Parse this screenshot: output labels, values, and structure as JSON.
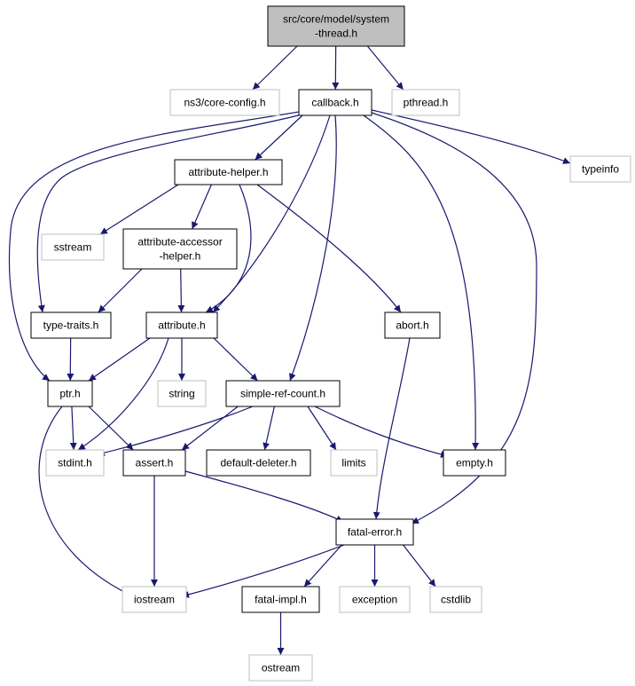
{
  "colors": {
    "edge": "#191970",
    "root_fill": "#bfbfbf",
    "normal_border": "#000000",
    "external_border": "#bfbfbf",
    "text": "#000000"
  },
  "nodes": {
    "root": {
      "lines": [
        "src/core/model/system",
        "-thread.h"
      ],
      "kind": "root"
    },
    "core_config": {
      "lines": [
        "ns3/core-config.h"
      ],
      "kind": "external"
    },
    "callback": {
      "lines": [
        "callback.h"
      ],
      "kind": "normal"
    },
    "pthread": {
      "lines": [
        "pthread.h"
      ],
      "kind": "external"
    },
    "attr_helper": {
      "lines": [
        "attribute-helper.h"
      ],
      "kind": "normal"
    },
    "typeinfo": {
      "lines": [
        "typeinfo"
      ],
      "kind": "external"
    },
    "sstream": {
      "lines": [
        "sstream"
      ],
      "kind": "external"
    },
    "attr_accessor": {
      "lines": [
        "attribute-accessor",
        "-helper.h"
      ],
      "kind": "normal"
    },
    "type_traits": {
      "lines": [
        "type-traits.h"
      ],
      "kind": "normal"
    },
    "attribute": {
      "lines": [
        "attribute.h"
      ],
      "kind": "normal"
    },
    "abort": {
      "lines": [
        "abort.h"
      ],
      "kind": "normal"
    },
    "ptr": {
      "lines": [
        "ptr.h"
      ],
      "kind": "normal"
    },
    "string": {
      "lines": [
        "string"
      ],
      "kind": "external"
    },
    "simple_ref": {
      "lines": [
        "simple-ref-count.h"
      ],
      "kind": "normal"
    },
    "stdint": {
      "lines": [
        "stdint.h"
      ],
      "kind": "external"
    },
    "assert": {
      "lines": [
        "assert.h"
      ],
      "kind": "normal"
    },
    "default_deleter": {
      "lines": [
        "default-deleter.h"
      ],
      "kind": "normal"
    },
    "limits": {
      "lines": [
        "limits"
      ],
      "kind": "external"
    },
    "empty": {
      "lines": [
        "empty.h"
      ],
      "kind": "normal"
    },
    "fatal_error": {
      "lines": [
        "fatal-error.h"
      ],
      "kind": "normal"
    },
    "iostream": {
      "lines": [
        "iostream"
      ],
      "kind": "external"
    },
    "fatal_impl": {
      "lines": [
        "fatal-impl.h"
      ],
      "kind": "normal"
    },
    "exception": {
      "lines": [
        "exception"
      ],
      "kind": "external"
    },
    "cstdlib": {
      "lines": [
        "cstdlib"
      ],
      "kind": "external"
    },
    "ostream": {
      "lines": [
        "ostream"
      ],
      "kind": "external"
    }
  },
  "edges": [
    [
      "root",
      "core_config"
    ],
    [
      "root",
      "callback"
    ],
    [
      "root",
      "pthread"
    ],
    [
      "callback",
      "attr_helper"
    ],
    [
      "callback",
      "typeinfo"
    ],
    [
      "callback",
      "type_traits"
    ],
    [
      "callback",
      "ptr"
    ],
    [
      "callback",
      "attribute"
    ],
    [
      "callback",
      "simple_ref"
    ],
    [
      "callback",
      "empty"
    ],
    [
      "callback",
      "fatal_error"
    ],
    [
      "attr_helper",
      "sstream"
    ],
    [
      "attr_helper",
      "attr_accessor"
    ],
    [
      "attr_helper",
      "attribute"
    ],
    [
      "attr_helper",
      "abort"
    ],
    [
      "attr_accessor",
      "type_traits"
    ],
    [
      "attr_accessor",
      "attribute"
    ],
    [
      "type_traits",
      "ptr"
    ],
    [
      "attribute",
      "ptr"
    ],
    [
      "attribute",
      "string"
    ],
    [
      "attribute",
      "simple_ref"
    ],
    [
      "attribute",
      "stdint"
    ],
    [
      "abort",
      "fatal_error"
    ],
    [
      "ptr",
      "stdint"
    ],
    [
      "ptr",
      "assert"
    ],
    [
      "ptr",
      "iostream"
    ],
    [
      "simple_ref",
      "stdint"
    ],
    [
      "simple_ref",
      "assert"
    ],
    [
      "simple_ref",
      "default_deleter"
    ],
    [
      "simple_ref",
      "limits"
    ],
    [
      "simple_ref",
      "empty"
    ],
    [
      "assert",
      "iostream"
    ],
    [
      "assert",
      "fatal_error"
    ],
    [
      "fatal_error",
      "iostream"
    ],
    [
      "fatal_error",
      "fatal_impl"
    ],
    [
      "fatal_error",
      "exception"
    ],
    [
      "fatal_error",
      "cstdlib"
    ],
    [
      "fatal_impl",
      "ostream"
    ]
  ]
}
